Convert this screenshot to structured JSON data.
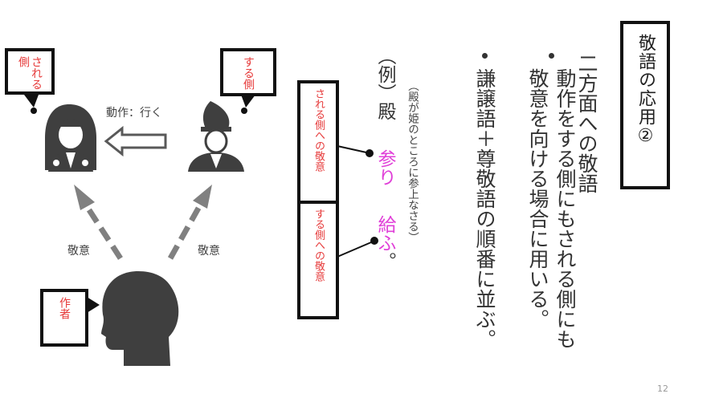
{
  "slide": {
    "title": "敬語の応用②",
    "bullets": [
      {
        "text": "二方面への敬語"
      },
      {
        "text": "動作をする側にもされる側にも敬意を向ける場合に用いる。"
      },
      {
        "text": "謙譲語＋尊敬語の順番に並ぶ。"
      }
    ],
    "example": {
      "label": "例",
      "subject": "殿",
      "verb_humble": "参り",
      "verb_honorific": "給ふ",
      "end_mark": "。",
      "translation": "（殿が姫のところに参上なさる）"
    },
    "callouts": {
      "toward_receiver": "される側への敬意",
      "toward_doer": "する側への敬意",
      "receiver": "される側",
      "doer": "する側",
      "author": "作者"
    },
    "diagram_labels": {
      "action": "動作：行く",
      "respect_left": "敬意",
      "respect_right": "敬意"
    },
    "page_number": "12",
    "colors": {
      "accent_red": "#e63a3a",
      "accent_magenta": "#e040d8",
      "icon_gray": "#3f3f3f",
      "arrow_gray": "#808080",
      "border": "#111111"
    },
    "icons": {
      "receiver": "princess-figure-icon",
      "doer": "courtier-figure-icon",
      "author": "head-silhouette-icon"
    }
  }
}
